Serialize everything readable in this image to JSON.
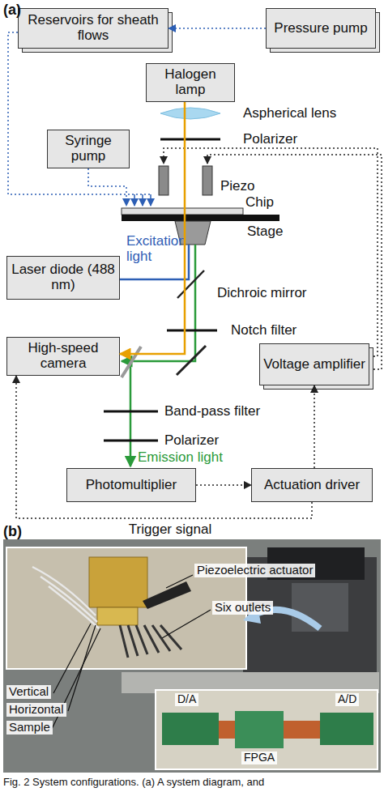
{
  "diagram": {
    "caption": "Fig. 2 System configurations. (a) A system diagram, and",
    "nodes": [
      {
        "text": [
          "Reservoirs for sheath flows"
        ]
      },
      {
        "text": [
          "Pressure pump"
        ]
      },
      {
        "text": [
          "Halogen lamp"
        ]
      },
      {
        "text": [
          "Syringe pump"
        ]
      },
      {
        "text": [
          "Laser diode (488 nm)"
        ]
      },
      {
        "text": [
          "High-speed camera"
        ]
      },
      {
        "text": [
          "Voltage amplifier"
        ]
      },
      {
        "text": [
          "Photomultiplier"
        ]
      },
      {
        "text": [
          "Actuation driver"
        ]
      }
    ],
    "edges": [
      {
        "from": 1,
        "to": 0,
        "arrow": "to"
      },
      {
        "from": 2,
        "to": 5,
        "arrow": "to"
      },
      {
        "from": 7,
        "to": 8,
        "arrow": "to"
      },
      {
        "from": 8,
        "to": 6,
        "arrow": "to"
      },
      {
        "from": 8,
        "to": 5,
        "label": "Trigger signal",
        "arrow": "to"
      }
    ],
    "labels": [
      "(a)",
      "Aspherical lens",
      "Polarizer",
      "Piezo",
      "Chip",
      "Stage",
      "Excitation light",
      "Dichroic mirror",
      "Notch filter",
      "Band-pass filter",
      "Polarizer",
      "Emission light",
      "(b)",
      "Piezoelectric actuator",
      "Six outlets",
      "Vertical",
      "Horizontal",
      "Sample",
      "D/A",
      "FPGA",
      "A/D"
    ]
  }
}
